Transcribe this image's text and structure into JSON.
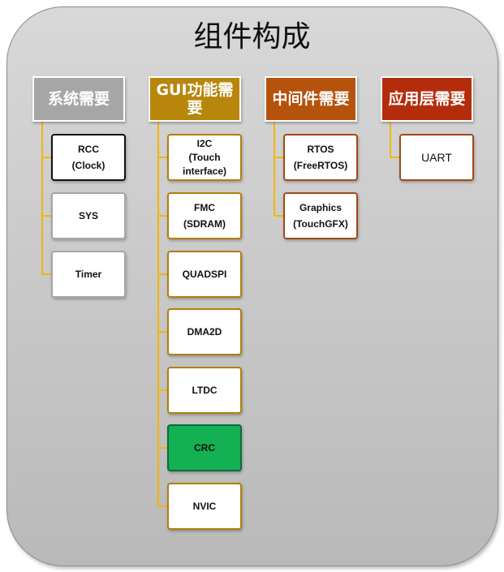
{
  "title": "组件构成",
  "colors": {
    "connector": "#f5b400",
    "system": "#a6a6a6",
    "gui": "#b8860b",
    "middleware": "#b5520c",
    "application": "#b32d0c",
    "highlight": "#13b054"
  },
  "columns": [
    {
      "header": "系统需要",
      "items": [
        {
          "label": "RCC\n(Clock)"
        },
        {
          "label": "SYS"
        },
        {
          "label": "Timer"
        }
      ]
    },
    {
      "header": "GUI功能需要",
      "items": [
        {
          "label": "I2C\n(Touch\ninterface)"
        },
        {
          "label": "FMC (SDRAM)"
        },
        {
          "label": "QUADSPI"
        },
        {
          "label": "DMA2D"
        },
        {
          "label": "LTDC"
        },
        {
          "label": "CRC"
        },
        {
          "label": "NVIC"
        }
      ]
    },
    {
      "header": "中间件需要",
      "items": [
        {
          "label": "RTOS\n(FreeRTOS)"
        },
        {
          "label": "Graphics\n(TouchGFX)"
        }
      ]
    },
    {
      "header": "应用层需要",
      "items": [
        {
          "label": "UART"
        }
      ]
    }
  ]
}
